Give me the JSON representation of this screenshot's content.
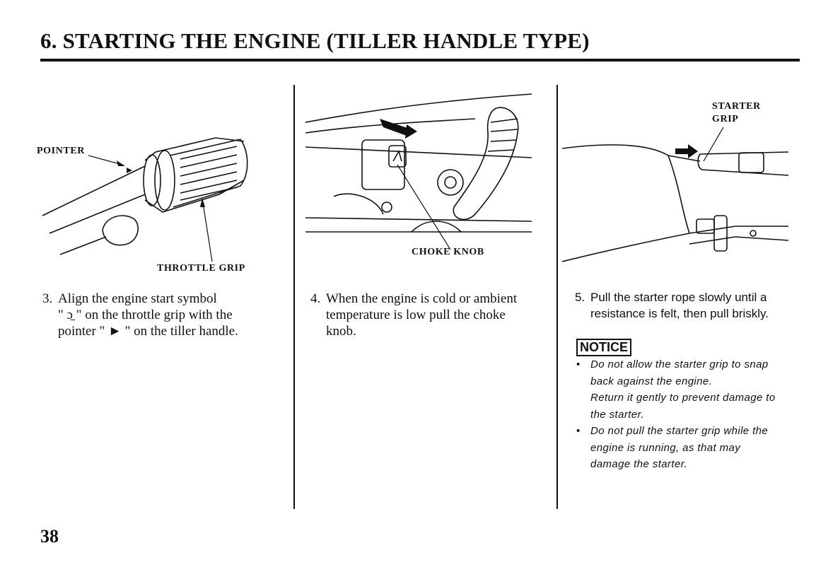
{
  "header": {
    "title": "6. STARTING THE ENGINE (TILLER HANDLE TYPE)"
  },
  "figures": {
    "throttle": {
      "pointer_label": "POINTER",
      "throttle_label": "THROTTLE GRIP"
    },
    "choke": {
      "choke_label": "CHOKE KNOB"
    },
    "starter": {
      "starter_label_line1": "STARTER",
      "starter_label_line2": "GRIP"
    }
  },
  "steps": [
    {
      "number": "3.",
      "line1": "Align the engine start symbol",
      "line2": "\" ɔ̱ \" on the throttle grip with the",
      "line3": "pointer \" ► \" on the tiller handle."
    },
    {
      "number": "4.",
      "line1": "When the engine is cold or ambient",
      "line2": "temperature is low pull the choke",
      "line3": "knob."
    },
    {
      "number": "5.",
      "line1": "Pull the starter rope slowly until a",
      "line2": "resistance is felt, then pull briskly."
    }
  ],
  "notice": {
    "badge": "NOTICE",
    "item1_a": "Do not allow the starter grip to snap",
    "item1_b": "back against the engine.",
    "item1_c": "Return it gently to prevent damage to",
    "item1_d": "the starter.",
    "item2_a": "Do not pull the starter grip while the",
    "item2_b": "engine is running, as that may",
    "item2_c": "damage the starter."
  },
  "footer": {
    "page_number": "38"
  }
}
